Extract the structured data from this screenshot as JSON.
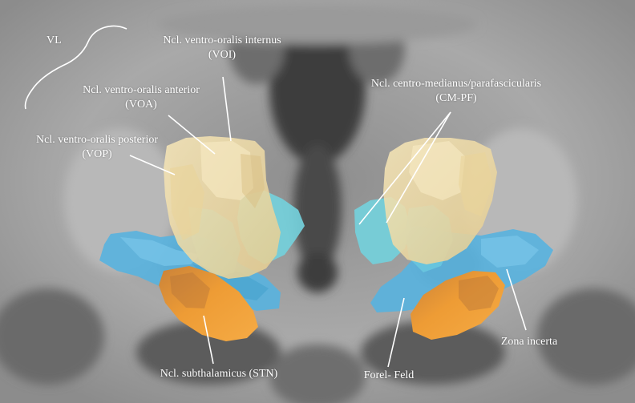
{
  "labels": {
    "vl": "VL",
    "voi_name": "Ncl. ventro-oralis internus",
    "voi_abbr": "(VOI)",
    "voa_name": "Ncl. ventro-oralis anterior",
    "voa_abbr": "(VOA)",
    "vop_name": "Ncl. ventro-oralis posterior",
    "vop_abbr": "(VOP)",
    "cmpf_name": "Ncl. centro-medianus/parafascicularis",
    "cmpf_abbr": "(CM-PF)",
    "stn": "Ncl. subthalamicus (STN)",
    "forel": "Forel- Feld",
    "zona": "Zona incerta"
  },
  "colors": {
    "thalamus_nuclei": "#f3dfa8",
    "cm_pf": "#7fd3dc",
    "forel_field": "#5fb4dd",
    "stn": "#e99b3a",
    "annotation": "#ffffff"
  }
}
